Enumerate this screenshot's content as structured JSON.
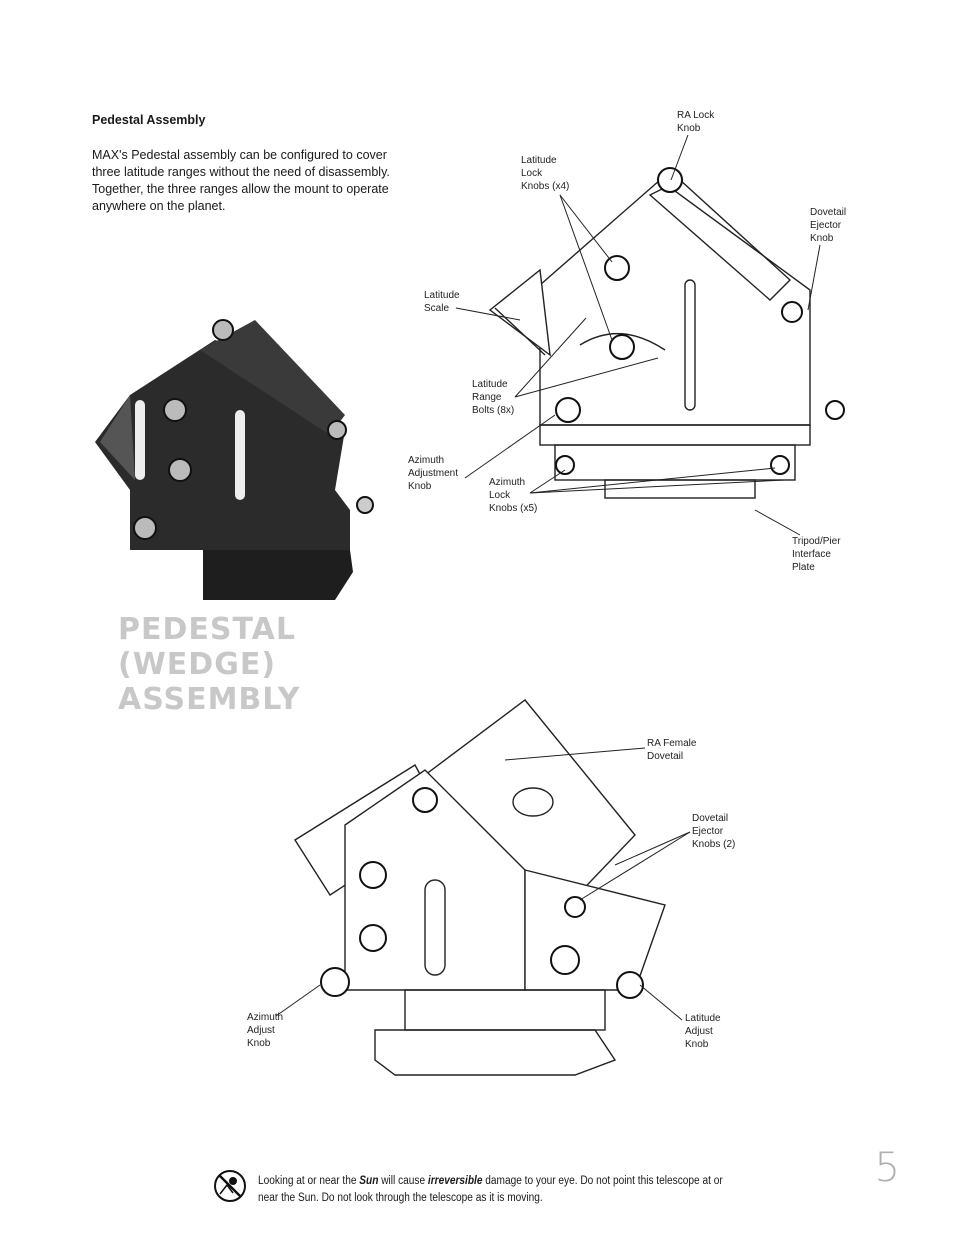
{
  "section": {
    "heading": "Pedestal Assembly",
    "intro": "MAX's Pedestal assembly can be configured to cover three latitude ranges without the need of disassembly. Together, the three ranges allow the mount to operate anywhere on the planet."
  },
  "big_title": "PEDESTAL\n(WEDGE)\nASSEMBLY",
  "top_diagram": {
    "callouts": {
      "ra_lock_knob": "RA Lock\nKnob",
      "latitude_lock_knobs": "Latitude\nLock\nKnobs (x4)",
      "dovetail_ejector_knob": "Dovetail\nEjector\nKnob",
      "latitude_scale": "Latitude\nScale",
      "latitude_range_bolts": "Latitude\nRange\nBolts (8x)",
      "azimuth_adjustment_knob": "Azimuth\nAdjustment\nKnob",
      "azimuth_lock_knobs": "Azimuth\nLock\nKnobs (x5)",
      "tripod_pier_plate": "Tripod/Pier\nInterface\nPlate"
    }
  },
  "bottom_diagram": {
    "callouts": {
      "ra_female_dovetail": "RA Female\nDovetail",
      "dovetail_ejector_knobs": "Dovetail\nEjector\nKnobs (2)",
      "azimuth_adjust_knob": "Azimuth\nAdjust\nKnob",
      "latitude_adjust_knob": "Latitude\nAdjust\nKnob"
    }
  },
  "warning": {
    "part1": "Looking at or near the ",
    "sun": "Sun",
    "part2": " will cause ",
    "irreversible": "irreversible",
    "part3": " damage to your eye. Do not point this telescope at or near the Sun. Do not look through the telescope as it is moving."
  },
  "page_number": "5",
  "colors": {
    "ink": "#1a1a1a",
    "title_gray": "#c8c8c8",
    "mount_black": "#2b2b2b",
    "page_num_gray": "#b0b0b0"
  },
  "icons": {
    "warning": "no-sun-icon"
  }
}
